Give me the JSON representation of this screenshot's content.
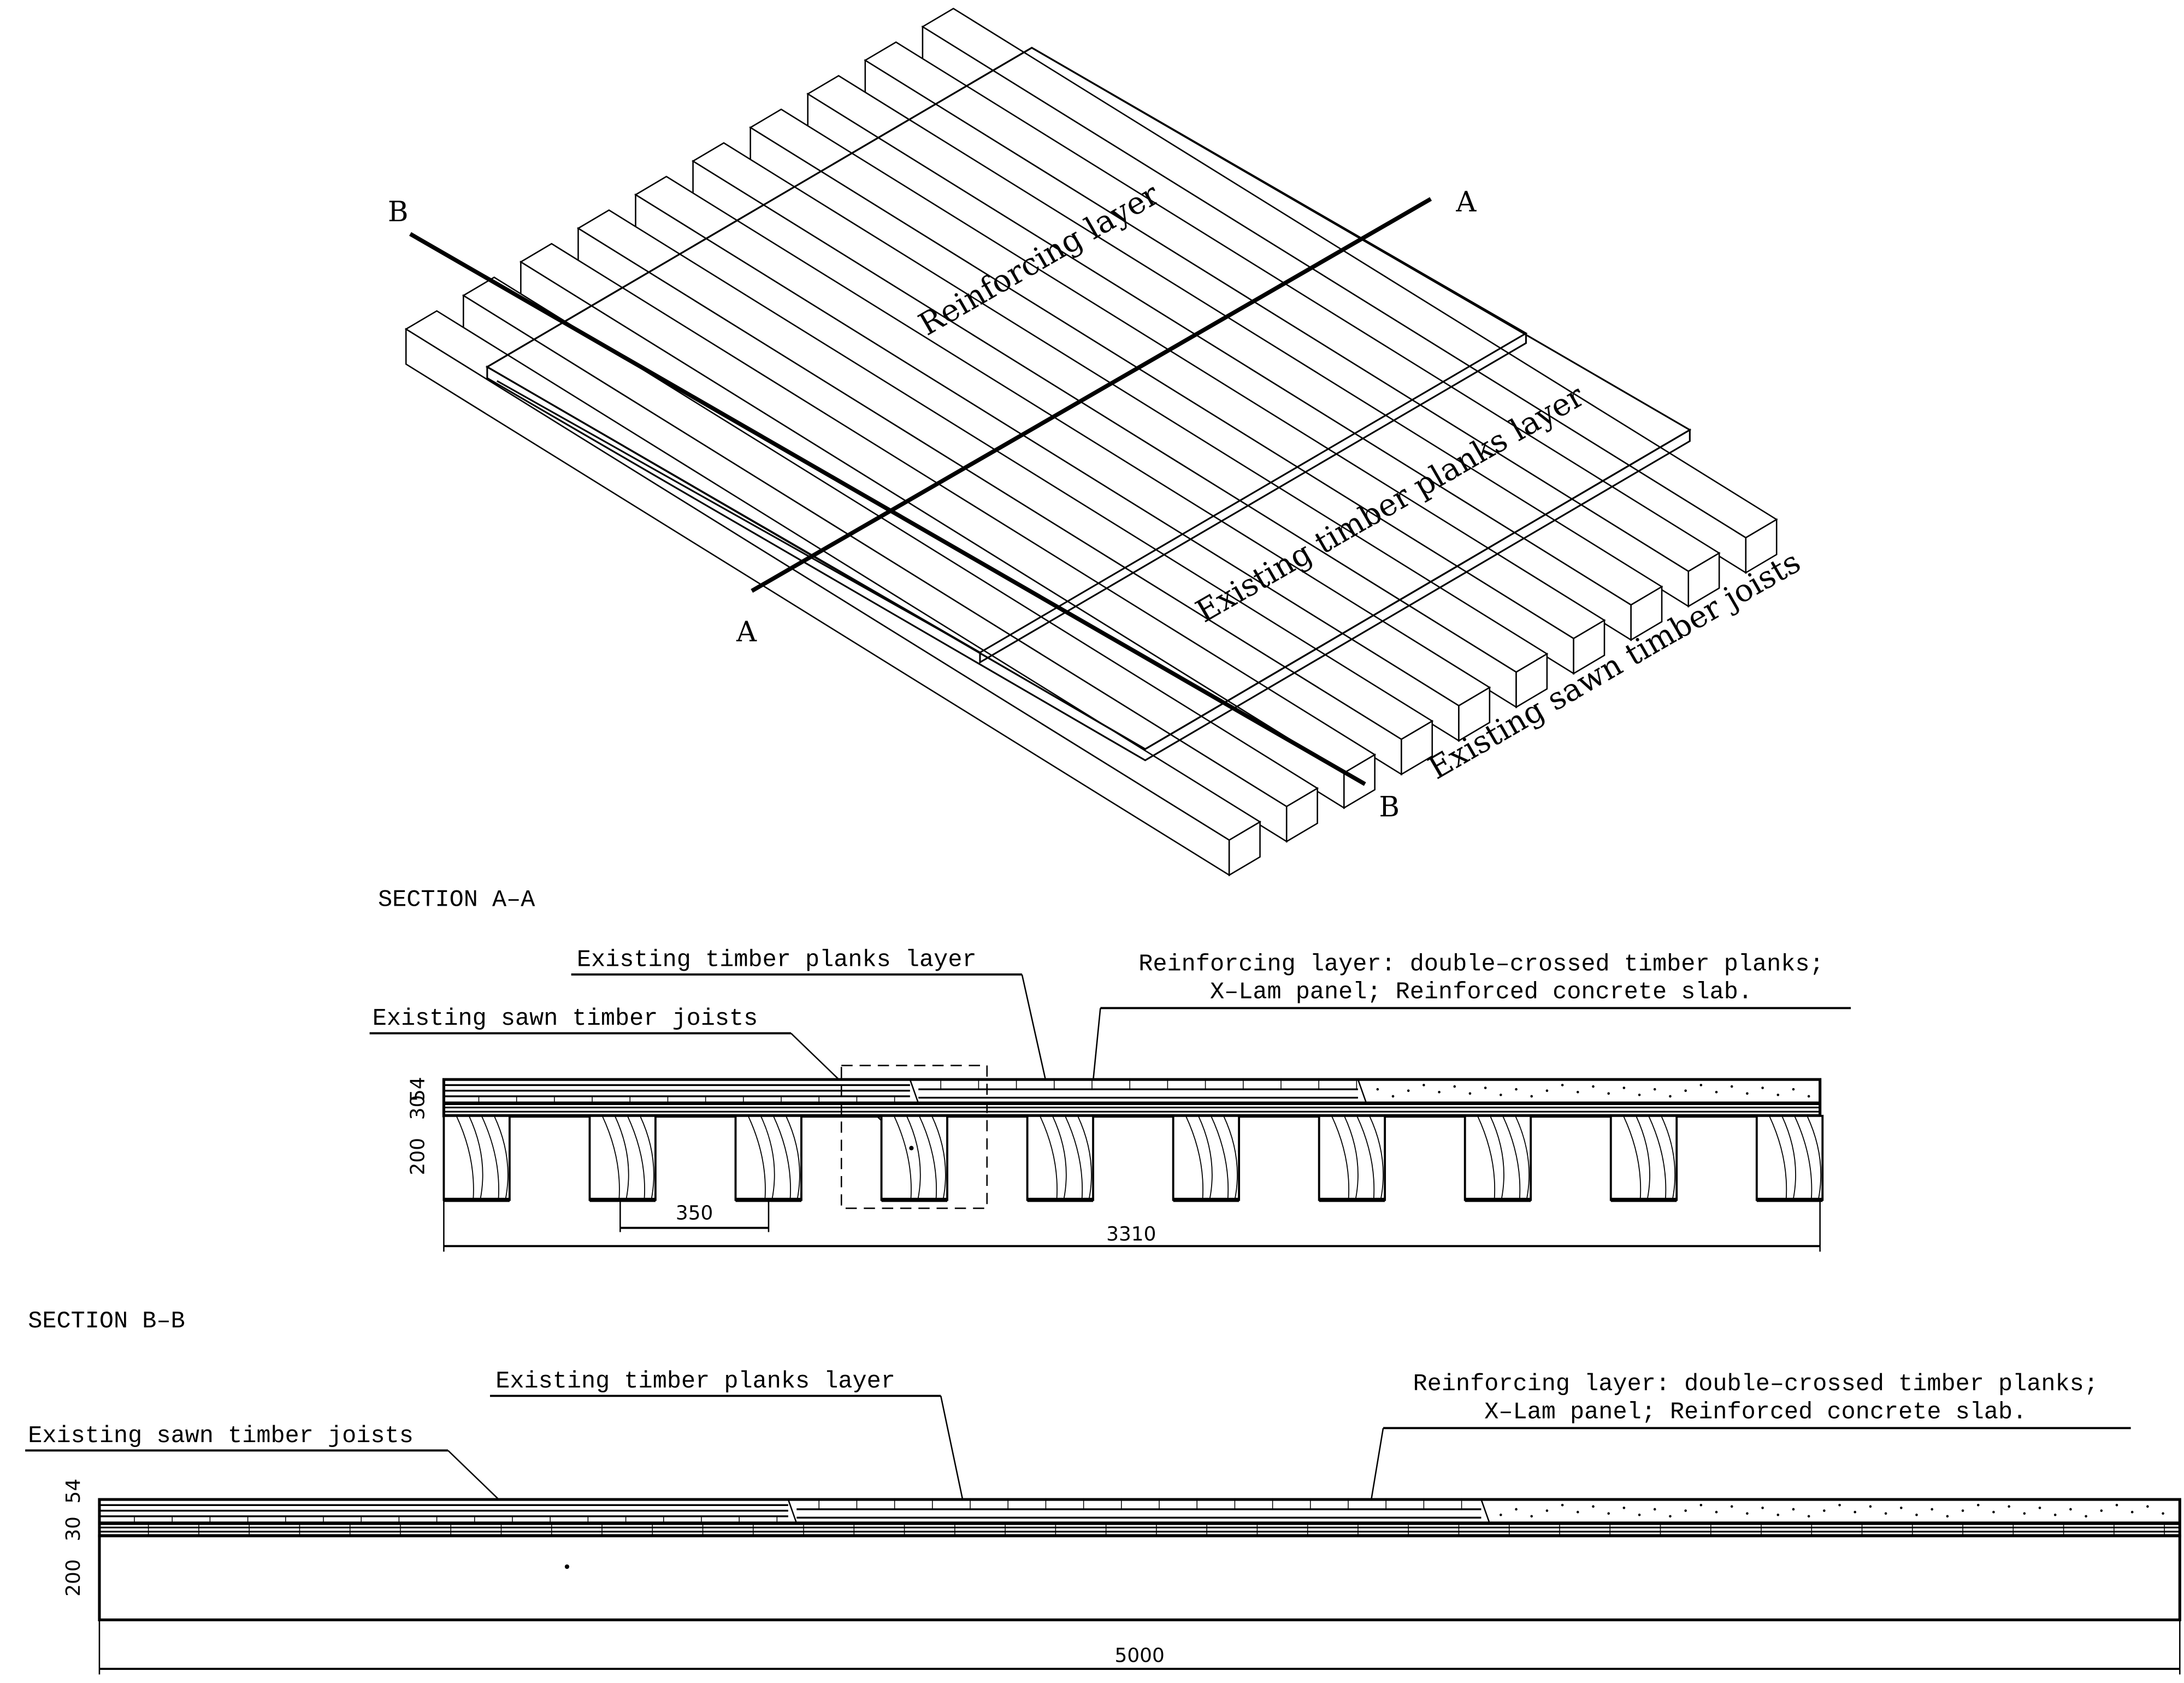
{
  "iso": {
    "reinforcing_label": "Reinforcing layer",
    "planks_label": "Existing timber planks layer",
    "joists_label": "Existing sawn timber joists",
    "section_a_start": "A",
    "section_a_end": "A",
    "section_b_start": "B",
    "section_b_end": "B"
  },
  "section_aa": {
    "title": "SECTION A–A",
    "planks_label": "Existing timber planks layer",
    "reinforcing_label_1": "Reinforcing layer: double–crossed timber planks;",
    "reinforcing_label_2": "X–Lam panel; Reinforced concrete slab.",
    "joists_label": "Existing sawn timber joists",
    "dim_54": "54",
    "dim_30": "30",
    "dim_200": "200",
    "dim_spacing": "350",
    "dim_total": "3310"
  },
  "section_bb": {
    "title": "SECTION B–B",
    "planks_label": "Existing timber planks layer",
    "reinforcing_label_1": "Reinforcing layer: double–crossed timber planks;",
    "reinforcing_label_2": "X–Lam panel; Reinforced concrete slab.",
    "joists_label": "Existing sawn timber joists",
    "dim_54": "54",
    "dim_30": "30",
    "dim_200": "200",
    "dim_total": "5000"
  }
}
